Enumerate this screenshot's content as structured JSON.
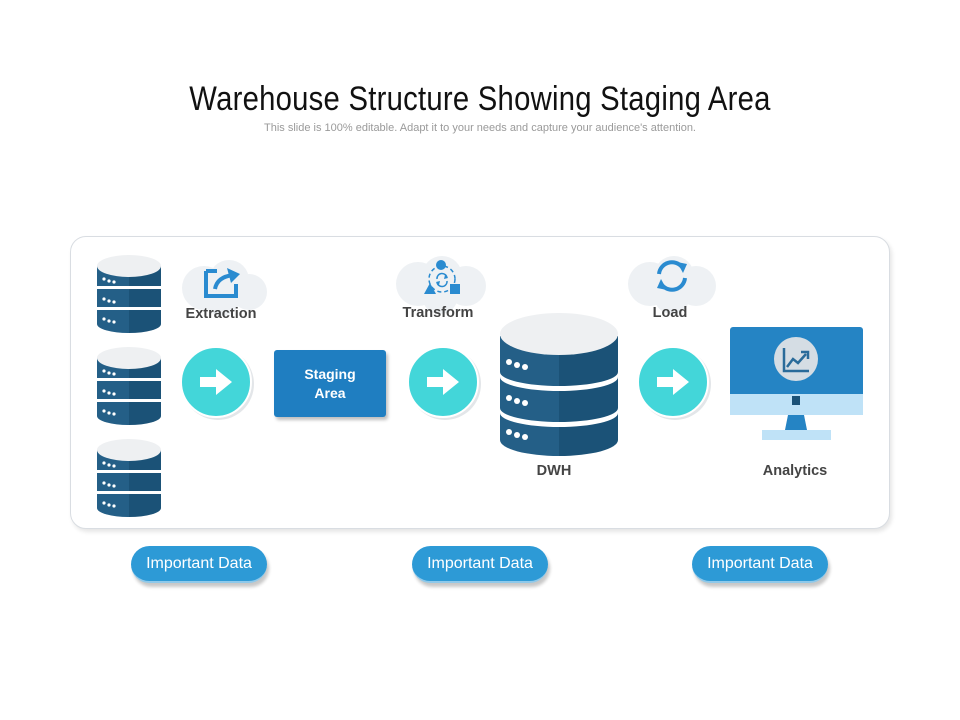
{
  "header": {
    "title": "Warehouse Structure Showing Staging Area",
    "subtitle": "This slide is 100% editable. Adapt it to your needs and capture your audience's attention."
  },
  "flow": {
    "sources": [
      "database",
      "database",
      "database"
    ],
    "extraction": "Extraction",
    "staging": "Staging Area",
    "transform": "Transform",
    "dwh": "DWH",
    "load": "Load",
    "analytics": "Analytics"
  },
  "pills": [
    "Important Data",
    "Important Data",
    "Important Data"
  ],
  "colors": {
    "db_dark": "#1b5277",
    "db_light": "#245f87",
    "db_top": "#eef0f2",
    "arrow_circle": "#43d6d9",
    "staging_box": "#1f7ec1",
    "pill": "#2d9ad6",
    "icon_blue": "#2a8bd0",
    "monitor": "#2584c4",
    "monitor_light": "#bfe2f7"
  },
  "icons": {
    "extraction": "export-arrow-icon",
    "transform": "process-cycle-icon",
    "load": "refresh-icon",
    "analytics": "trend-chart-icon",
    "arrow": "right-arrow-icon"
  }
}
